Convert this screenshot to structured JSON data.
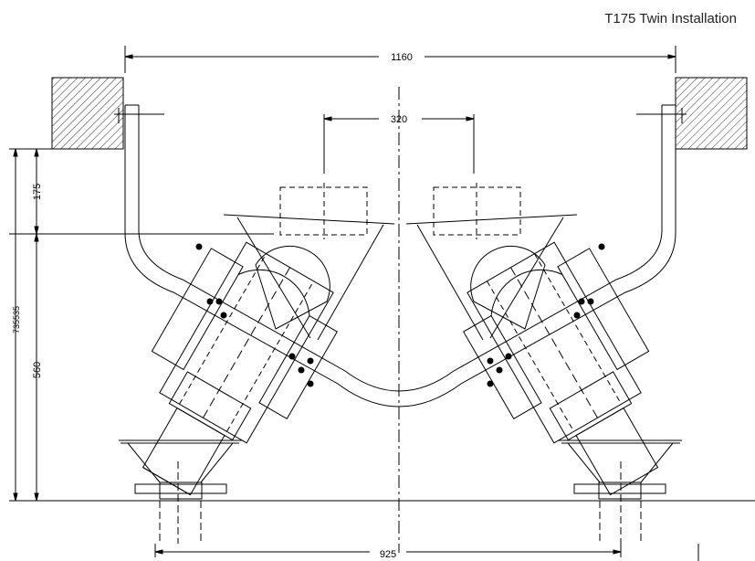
{
  "title": "T175 Twin Installation",
  "dimensions": {
    "overall_width": "1160",
    "inlet_spacing": "320",
    "upper_height": "175",
    "mid_height": "560",
    "left_overlap_label": "735535",
    "base_width": "925"
  }
}
